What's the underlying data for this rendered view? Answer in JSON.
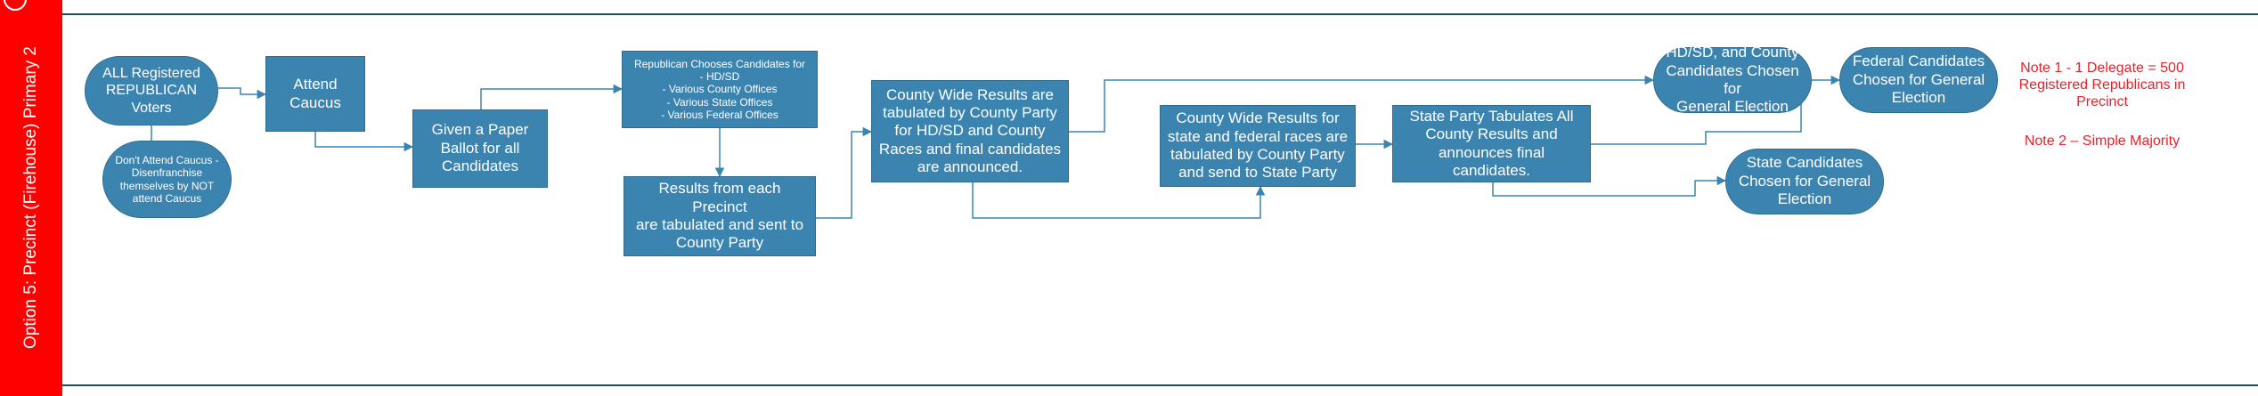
{
  "lane": {
    "title": "Option 5: Precinct (Firehouse) Primary 2",
    "bar_color": "#ff0000"
  },
  "nodes": {
    "registered_voters": "ALL Registered\nREPUBLICAN\nVoters",
    "attend_caucus": "Attend\nCaucus",
    "dont_attend": "Don't Attend Caucus -\nDisenfranchise\nthemselves by NOT\nattend Caucus",
    "paper_ballot": "Given a Paper\nBallot for all\nCandidates",
    "chooses_candidates": {
      "heading": "Republican Chooses Candidates for",
      "items": [
        "- HD/SD",
        "- Various County Offices",
        "- Various State Offices",
        "- Various Federal Offices"
      ]
    },
    "precinct_results": "Results from each Precinct\nare tabulated and sent to\nCounty Party",
    "county_results": "County Wide Results are\ntabulated by County Party\nfor HD/SD and County\nRaces and final candidates\nare announced.",
    "county_state_federal": "County Wide Results for\nstate and federal races are\ntabulated by County Party\nand send to State Party",
    "state_tabulates": "State Party Tabulates All\nCounty Results and\nannounces final candidates.",
    "hdsd_county_chosen": "HD/SD, and County\nCandidates Chosen for\nGeneral Election",
    "federal_chosen": "Federal Candidates\nChosen for General\nElection",
    "state_chosen": "State Candidates\nChosen for General\nElection"
  },
  "notes": {
    "note1": "Note 1 - 1 Delegate = 500\nRegistered Republicans in\nPrecinct",
    "note2": "Note 2 – Simple Majority"
  },
  "colors": {
    "shape_fill": "#3c84b0",
    "connector": "#3c84b0",
    "note_text": "#e8222a",
    "lane_border": "#1f4e5f"
  }
}
